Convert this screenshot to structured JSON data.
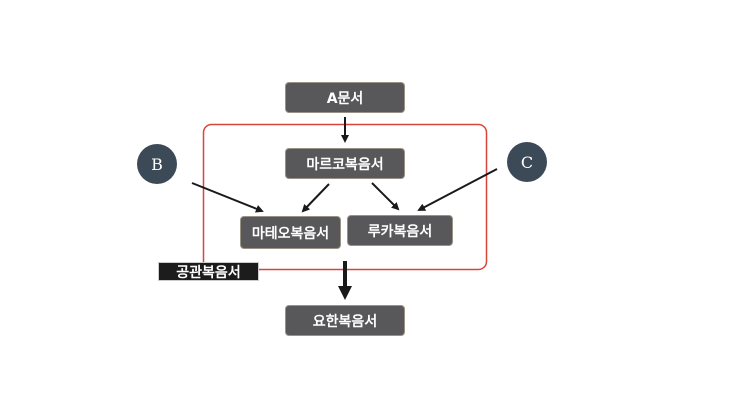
{
  "nodes": {
    "a_document": "A문서",
    "mark": "마르코복음서",
    "matthew": "마테오복음서",
    "luke": "루카복음서",
    "john": "요한복음서"
  },
  "sources": {
    "b": "B",
    "c": "C"
  },
  "group_label": "공관복음서",
  "colors": {
    "box": "#58585a",
    "circle": "#3c4a58",
    "group_border": "#d9453a"
  }
}
